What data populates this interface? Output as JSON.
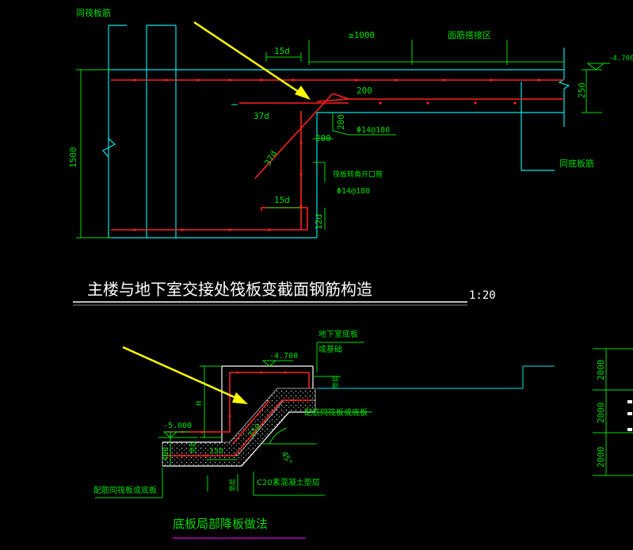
{
  "colors": {
    "background": "#000000",
    "cyan": "#00e5e5",
    "green": "#00dd00",
    "red": "#ff2020",
    "white": "#ffffff",
    "yellow": "#ffff00",
    "magenta": "#c000c0",
    "gray": "#c8c8c8"
  },
  "top": {
    "label_same_slab_rebar": "同筏板筋",
    "dim_15d_top": "15d",
    "dim_gt1000": "≥1000",
    "dim_splice_zone": "面筋搭接区",
    "elev_top": "-4.700",
    "dim_250": "250",
    "dim_200_a": "200",
    "dim_37d_a": "37d",
    "dim_200_b": "200",
    "dim_200_c": "200",
    "bar_phi14_180_a": "Φ14@180",
    "dim_37d_b": "37d",
    "label_opening_rebar": "筏板转角开口箍",
    "bar_phi14_180_b": "Φ14@180",
    "dim_15d_bottom": "15d",
    "dim_12d": "12d",
    "dim_1500": "1500",
    "label_same_bottom_rebar": "同底板筋",
    "title": "主楼与地下室交接处筏板变截面钢筋构造",
    "scale": "1:20"
  },
  "bottom": {
    "label_basement_slab": "地下室底板",
    "label_or_foundation": "或基础",
    "elev_top": "-4.700",
    "label_right_small": "垫层",
    "dim_H": "H",
    "label_rebar_same_raft": "配筋同筏板或底板",
    "elev_low": "-5.000",
    "dim_150_a": "150",
    "dim_150_b": "150",
    "label_left_small": "垫层",
    "dim_400": "400",
    "angle_45": "45°",
    "label_rebar_left": "配筋同筏板或底板",
    "label_bottom_small": "垫层",
    "label_cushion": "C20素混凝土垫层",
    "title": "底板局部降板做法"
  },
  "right_edge": {
    "dims": [
      "2000",
      "2000",
      "2000"
    ]
  }
}
